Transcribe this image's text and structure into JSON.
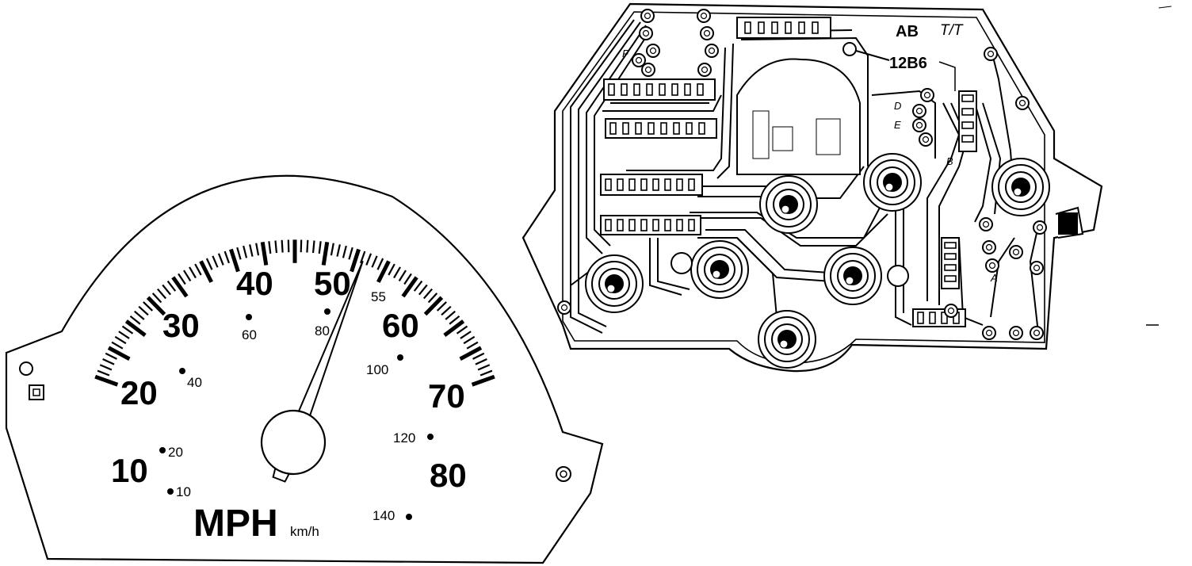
{
  "speedometer": {
    "mph_labels": [
      "10",
      "20",
      "30",
      "40",
      "50",
      "60",
      "70",
      "80"
    ],
    "kmh_labels": [
      "10",
      "20",
      "40",
      "60",
      "80",
      "100",
      "120",
      "140"
    ],
    "special_mark": "55",
    "unit_primary": "MPH",
    "unit_secondary": "km/h",
    "needle_value_mph": 57
  },
  "circuit_board": {
    "label_ab": "AB",
    "label_tt": "T/T",
    "part_number": "12B6",
    "connector_f": "F",
    "connector_d": "D",
    "connector_e": "E",
    "connector_b": "B",
    "connector_a": "A"
  }
}
